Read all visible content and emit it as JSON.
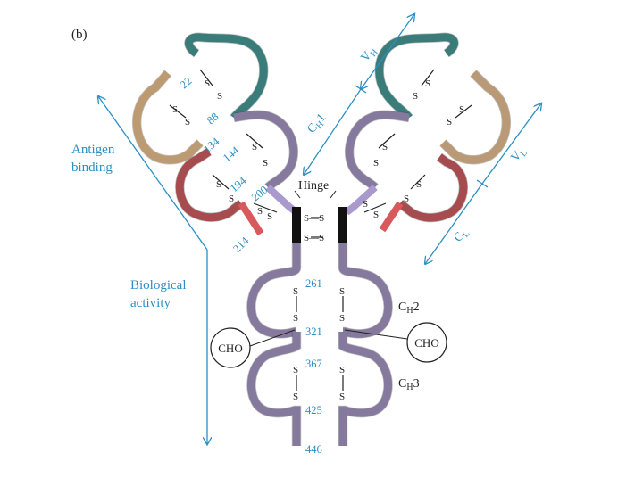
{
  "panel_label": "(b)",
  "regions": {
    "antigen_binding": "Antigen binding",
    "antigen_binding_line1": "Antigen",
    "antigen_binding_line2": "binding",
    "biological_activity_line1": "Biological",
    "biological_activity_line2": "activity"
  },
  "domains": {
    "vh": {
      "main": "V",
      "sub": "H"
    },
    "vl": {
      "main": "V",
      "sub": "L"
    },
    "ch1": {
      "main": "C",
      "sub": "H",
      "suffix": "1"
    },
    "cl": {
      "main": "C",
      "sub": "L"
    },
    "ch2": {
      "main": "C",
      "sub": "H",
      "suffix": "2"
    },
    "ch3": {
      "main": "C",
      "sub": "H",
      "suffix": "3"
    },
    "hinge": "Hinge"
  },
  "carbohydrate": "CHO",
  "residues": {
    "light": [
      "22",
      "88",
      "134",
      "194",
      "214"
    ],
    "heavy_upper": [
      "144",
      "200"
    ],
    "heavy_lower": [
      "261",
      "321",
      "367",
      "425",
      "446"
    ]
  },
  "disulfide": {
    "s": "S",
    "ss": "S—S"
  },
  "colors": {
    "vh": "#3e9c9a",
    "vl": "#f5c894",
    "cl": "#d9585c",
    "heavy_constant": "#a999cc",
    "hinge": "#111111",
    "annotation": "#2b8fc4"
  }
}
